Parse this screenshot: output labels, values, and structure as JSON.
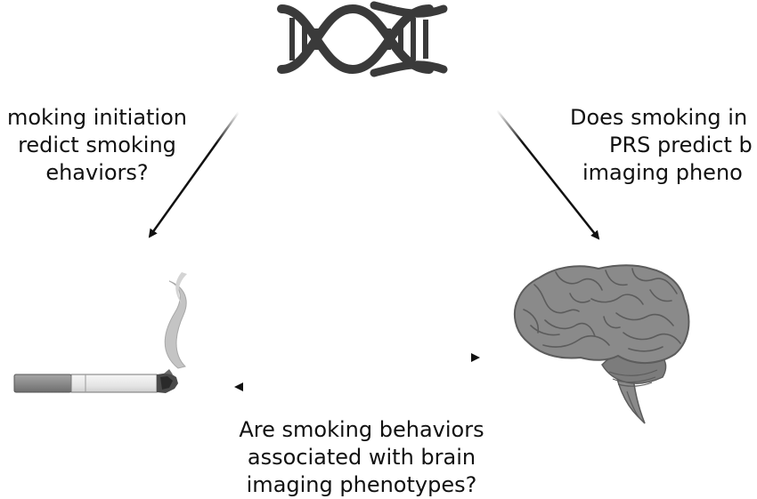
{
  "questions": {
    "genetics_to_smoking": [
      "moking initiation",
      "redict smoking",
      "ehaviors?"
    ],
    "genetics_to_brain": [
      "Does smoking in",
      "PRS predict b",
      "imaging pheno"
    ],
    "smoking_brain_association": [
      "Are smoking behaviors",
      "associated with brain",
      "imaging phenotypes?"
    ]
  },
  "icons": {
    "top": "dna-helix-icon",
    "left": "cigarette-icon",
    "right": "brain-icon"
  },
  "colors": {
    "dna": "#3a3a3a",
    "brain": "#8a8a8a",
    "brain_dark": "#5c5c5c",
    "cigarette_filter": "#8c8c8c",
    "cigarette_paper": "#ececec",
    "smoke": "#c4c4c4",
    "arrow": "#111111"
  }
}
